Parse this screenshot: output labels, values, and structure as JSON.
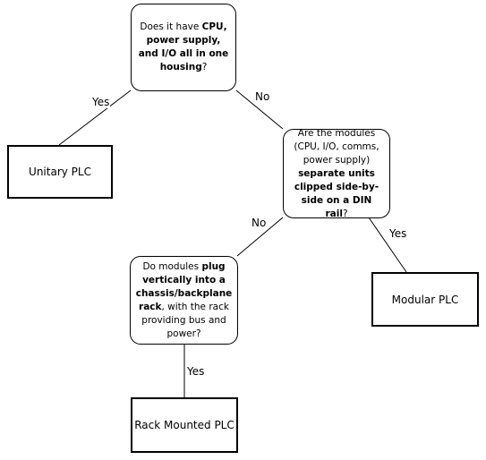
{
  "decisions": {
    "d1": {
      "pre": "Does it have ",
      "bold": "CPU, power supply, and I/O all in one housing",
      "post": "?"
    },
    "d2": {
      "pre": "Are the modules (CPU, I/O, comms, power supply) ",
      "bold": "separate units clipped side-by-side on a DIN rail",
      "post": "?"
    },
    "d3": {
      "pre": "Do modules ",
      "bold": "plug vertically into a chassis/backplane rack",
      "post": ", with the rack providing bus and power?"
    }
  },
  "results": {
    "unitary": "Unitary PLC",
    "modular": "Modular PLC",
    "rack": "Rack Mounted PLC"
  },
  "edges": {
    "d1_yes": "Yes",
    "d1_no": "No",
    "d2_no": "No",
    "d2_yes": "Yes",
    "d3_yes": "Yes"
  }
}
